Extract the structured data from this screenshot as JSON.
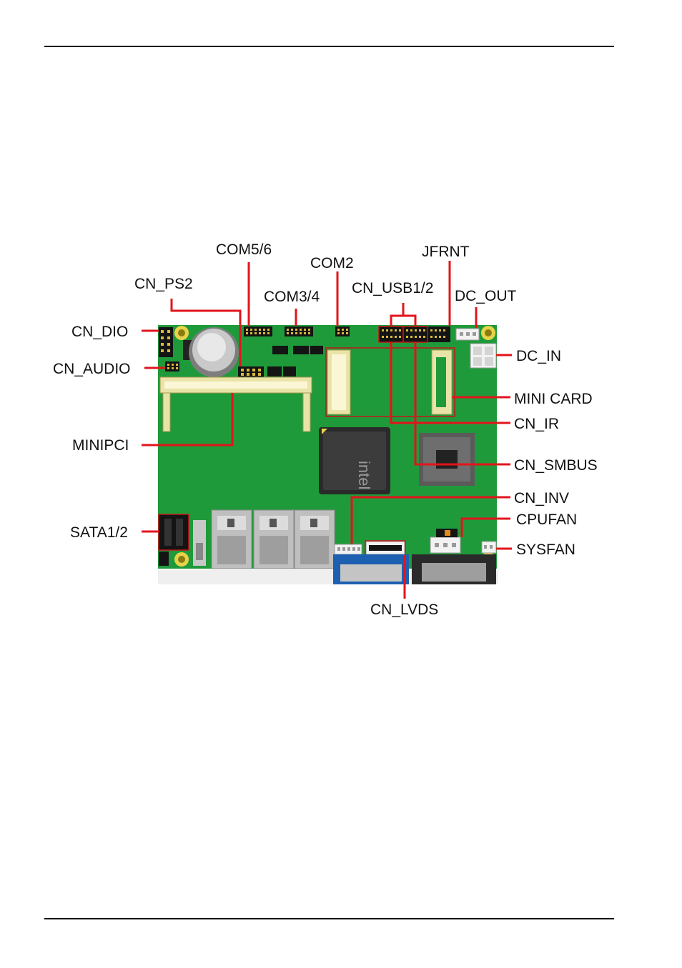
{
  "labels": {
    "com56": "COM5/6",
    "com2": "COM2",
    "jfrnt": "JFRNT",
    "cn_ps2": "CN_PS2",
    "com34": "COM3/4",
    "cn_usb12": "CN_USB1/2",
    "dc_out": "DC_OUT",
    "cn_dio": "CN_DIO",
    "dc_in": "DC_IN",
    "cn_audio": "CN_AUDIO",
    "mini_card": "MINI CARD",
    "cn_ir": "CN_IR",
    "minipci": "MINIPCI",
    "cn_smbus": "CN_SMBUS",
    "cn_inv": "CN_INV",
    "cpufan": "CPUFAN",
    "sata12": "SATA1/2",
    "sysfan": "SYSFAN",
    "cn_lvds": "CN_LVDS",
    "chip_logo": "intel"
  },
  "colors": {
    "pcb": "#1f9a3a",
    "leader": "#e2141b",
    "header": "#141414",
    "gold": "#d9b93a"
  }
}
